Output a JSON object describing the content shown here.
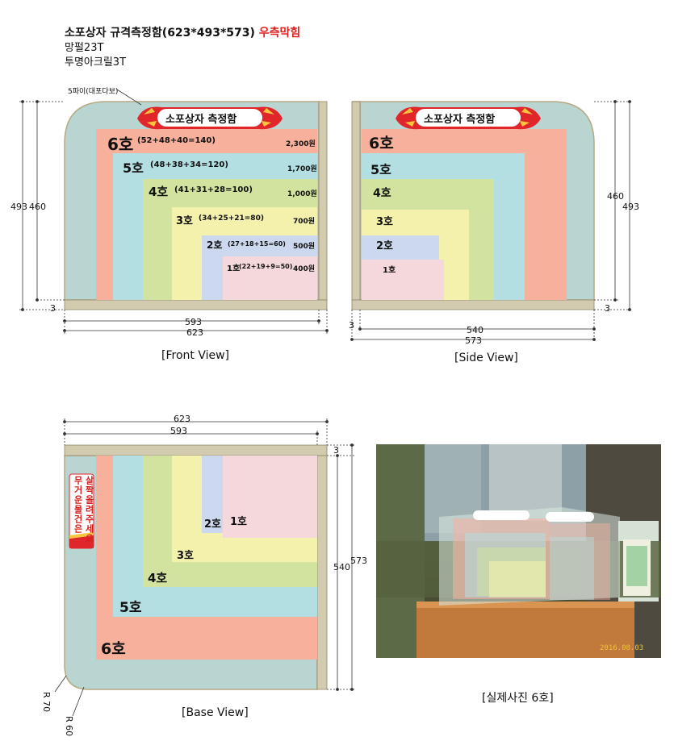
{
  "header": {
    "title": "소포상자 규격측정함(623*493*573)",
    "title_highlight": "우측막힘",
    "spec_line1": "망펄23T",
    "spec_line2": "투명아크릴3T"
  },
  "banner": {
    "text": "소포상자 측정함"
  },
  "front_view": {
    "caption": "[Front View]",
    "note": "5파이(대포다보)",
    "dims": {
      "height_total": "493",
      "height_inner": "460",
      "base": "3",
      "width_inner": "593",
      "width_total": "623"
    },
    "boxes": [
      {
        "size": "6호",
        "formula": "(52+48+40=140)",
        "price": "2,300원"
      },
      {
        "size": "5호",
        "formula": "(48+38+34=120)",
        "price": "1,700원"
      },
      {
        "size": "4호",
        "formula": "(41+31+28=100)",
        "price": "1,000원"
      },
      {
        "size": "3호",
        "formula": "(34+25+21=80)",
        "price": "700원"
      },
      {
        "size": "2호",
        "formula": "(27+18+15=60)",
        "price": "500원"
      },
      {
        "size": "1호",
        "formula": "(22+19+9=50)",
        "price": "400원"
      }
    ]
  },
  "side_view": {
    "caption": "[Side View]",
    "dims": {
      "height_inner": "460",
      "height_total": "493",
      "base": "3",
      "thickness": "3",
      "width_inner": "540",
      "width_total": "573"
    },
    "labels": [
      "6호",
      "5호",
      "4호",
      "3호",
      "2호",
      "1호"
    ]
  },
  "base_view": {
    "caption": "[Base View]",
    "dims": {
      "width_total": "623",
      "width_inner": "593",
      "thickness": "3",
      "depth_inner": "540",
      "depth_total": "573",
      "radius_outer": "R 70",
      "radius_inner": "R 60"
    },
    "labels": [
      "1호",
      "2호",
      "3호",
      "4호",
      "5호",
      "6호"
    ],
    "vertical_notice": {
      "col1": "살짝올려주세요",
      "col2": "무거운물건은"
    }
  },
  "photo": {
    "caption": "[실제사진 6호]",
    "stamp": "2016.08.03"
  },
  "colors": {
    "frame": "#d2cbaf",
    "panel": "#b9d5d1",
    "box6": "#f7b09c",
    "box5": "#b3dfe2",
    "box4": "#d2e39f",
    "box3": "#f3f1ac",
    "box2": "#ccd8ee",
    "box1": "#f5d8dc",
    "banner_red": "#e0262b",
    "highlight": "#e22121"
  }
}
